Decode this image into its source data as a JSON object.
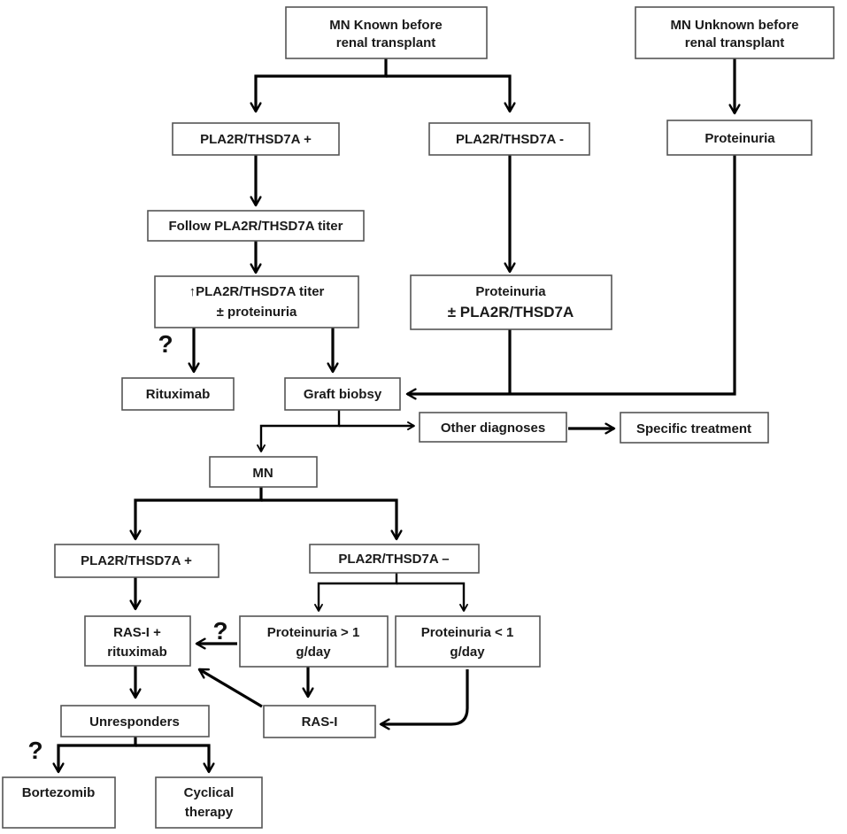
{
  "nodes": {
    "mn_known": [
      "MN Known before",
      "renal transplant"
    ],
    "mn_unknown": [
      "MN Unknown before",
      "renal transplant"
    ],
    "pla2r_pos_top": "PLA2R/THSD7A +",
    "pla2r_neg_top": "PLA2R/THSD7A -",
    "proteinuria_right": "Proteinuria",
    "follow_titer": "Follow PLA2R/THSD7A titer",
    "rising_titer": [
      "↑PLA2R/THSD7A titer",
      "± proteinuria"
    ],
    "proteinuria_pla2r": [
      "Proteinuria",
      "± PLA2R/THSD7A"
    ],
    "rituximab": "Rituximab",
    "graft_biopsy": "Graft biobsy",
    "other_diagnoses": "Other diagnoses",
    "specific_treatment": "Specific treatment",
    "mn": "MN",
    "pla2r_pos_bottom": "PLA2R/THSD7A +",
    "pla2r_neg_bottom": "PLA2R/THSD7A –",
    "rasi_rituximab": [
      "RAS-I +",
      "rituximab"
    ],
    "proteinuria_gt1": [
      "Proteinuria > 1",
      "g/day"
    ],
    "proteinuria_lt1": [
      "Proteinuria < 1",
      "g/day"
    ],
    "unresponders": "Unresponders",
    "rasi": "RAS-I",
    "bortezomib": "Bortezomib",
    "cyclical_therapy": [
      "Cyclical",
      "therapy"
    ]
  },
  "question_marks": [
    "?",
    "?",
    "?"
  ]
}
